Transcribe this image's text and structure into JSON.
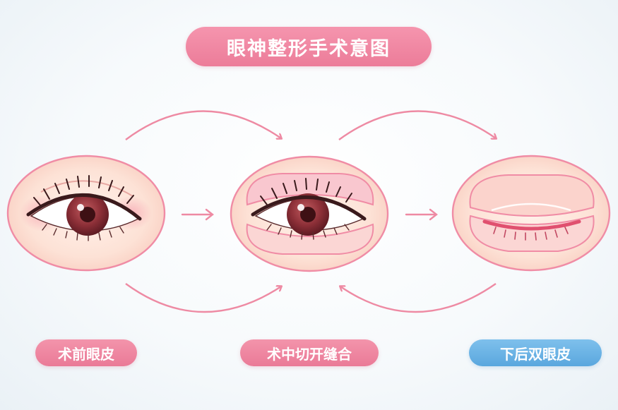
{
  "title": "眼神整形手术意图",
  "steps": [
    {
      "label": "术前眼皮",
      "color": "#ec7c99"
    },
    {
      "label": "术中切开缝合",
      "color": "#ec7c99"
    },
    {
      "label": "下后双眼皮",
      "color": "#5aa7de"
    }
  ],
  "colors": {
    "arrow": "#ee8aa3",
    "ring": "#f08ca5",
    "skin": "#fde6dc",
    "iris": "#8c2f37"
  }
}
